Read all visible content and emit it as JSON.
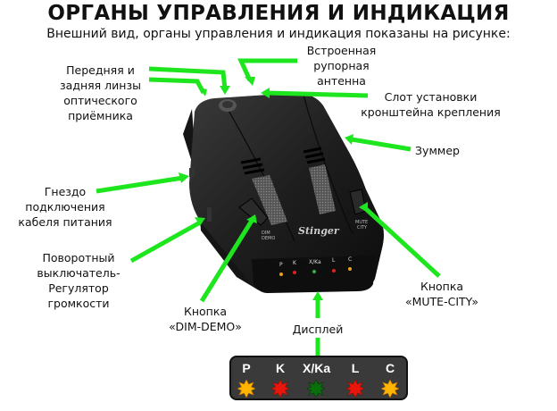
{
  "title": "ОРГАНЫ УПРАВЛЕНИЯ И ИНДИКАЦИЯ",
  "subtitle": "Внешний вид, органы управления и индикация показаны на рисунке:",
  "labels": {
    "lenses": [
      "Передняя и",
      "задняя линзы",
      "оптического",
      "приёмника"
    ],
    "antenna": [
      "Встроенная",
      "рупорная",
      "антенна"
    ],
    "mount_slot": [
      "Слот установки",
      "кронштейна крепления"
    ],
    "buzzer": [
      "Зуммер"
    ],
    "power_jack": [
      "Гнездо",
      "подключения",
      "кабеля питания"
    ],
    "volume": [
      "Поворотный",
      "выключатель-",
      "Регулятор",
      "громкости"
    ],
    "dim_demo": [
      "Кнопка",
      "«DIM-DEMO»"
    ],
    "mute_city": [
      "Кнопка",
      "«MUTE-CITY»"
    ],
    "display": [
      "Дисплей"
    ]
  },
  "device": {
    "brand": "Stinger",
    "left_button_text": [
      "DIM",
      "DEMO"
    ],
    "right_button_text": [
      "MUTE",
      "CITY"
    ],
    "leds": [
      "P",
      "K",
      "X/Ka",
      "L",
      "C"
    ]
  },
  "display_panel": {
    "indicators": [
      {
        "label": "P",
        "color": "#ffb400"
      },
      {
        "label": "K",
        "color": "#e8160c"
      },
      {
        "label": "X/Ka",
        "color": "#0a6e0a"
      },
      {
        "label": "L",
        "color": "#e8160c"
      },
      {
        "label": "C",
        "color": "#ffb400"
      }
    ]
  },
  "colors": {
    "arrow": "#1ee61e"
  }
}
